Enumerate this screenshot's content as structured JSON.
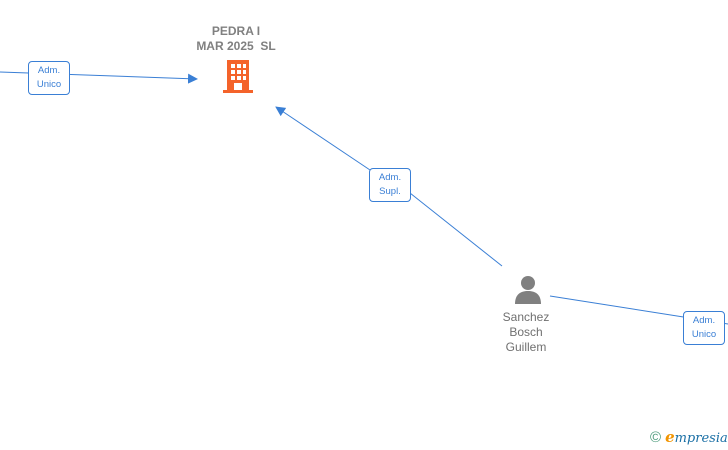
{
  "company": {
    "name_line1": "PEDRA I",
    "name_line2": "MAR 2025  SL",
    "icon": "building-icon",
    "color": "#f4632a"
  },
  "person": {
    "name_line1": "Sanchez",
    "name_line2": "Bosch",
    "name_line3": "Guillem",
    "icon": "person-icon",
    "color": "#808080"
  },
  "edges": [
    {
      "role_line1": "Adm.",
      "role_line2": "Unico"
    },
    {
      "role_line1": "Adm.",
      "role_line2": "Supl."
    },
    {
      "role_line1": "Adm.",
      "role_line2": "Unico"
    }
  ],
  "footer": {
    "copyright_symbol": "©",
    "brand_initial": "e",
    "brand_rest": "mpresia"
  },
  "colors": {
    "edge": "#3a7fd5",
    "brand_orange": "#f29400"
  }
}
